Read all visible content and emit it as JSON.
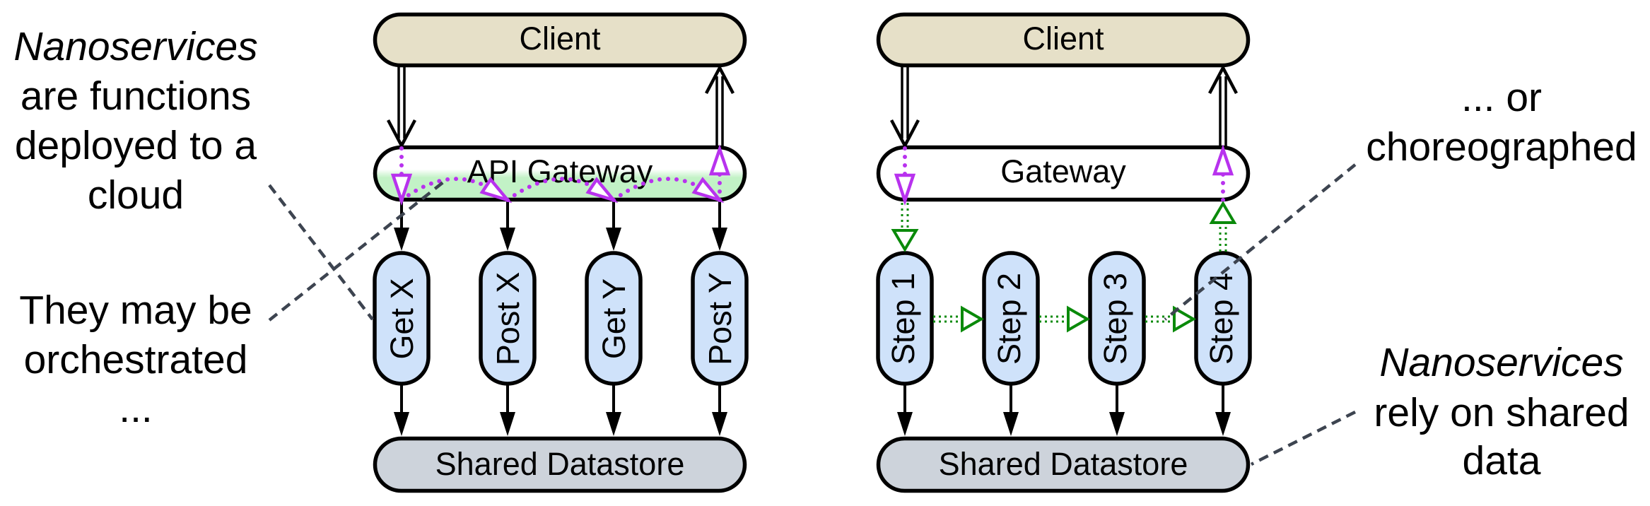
{
  "annotations": {
    "top_left": {
      "lines": [
        "Nanoservices",
        "are functions",
        "deployed to a",
        "cloud"
      ]
    },
    "bottom_left": {
      "lines": [
        "They may be",
        "orchestrated",
        "..."
      ]
    },
    "top_right": {
      "lines": [
        "... or",
        "choreographed"
      ]
    },
    "bottom_right": {
      "lines": [
        "Nanoservices",
        "rely on shared",
        "data"
      ]
    }
  },
  "orchestrated_diagram": {
    "client": "Client",
    "gateway": "API Gateway",
    "functions": [
      "Get X",
      "Post X",
      "Get Y",
      "Post Y"
    ],
    "datastore": "Shared Datastore"
  },
  "choreographed_diagram": {
    "client": "Client",
    "gateway": "Gateway",
    "steps": [
      "Step 1",
      "Step 2",
      "Step 3",
      "Step 4"
    ],
    "datastore": "Shared Datastore"
  },
  "colors": {
    "client_fill": "#e6e0c8",
    "gateway_highlight": "#c2f2c6",
    "function_fill": "#cfe2fa",
    "datastore_fill": "#cdd3db",
    "orchestration_flow": "#b832ee",
    "choreography_flow": "#0a8a0a",
    "leader_line": "#3d4450"
  }
}
